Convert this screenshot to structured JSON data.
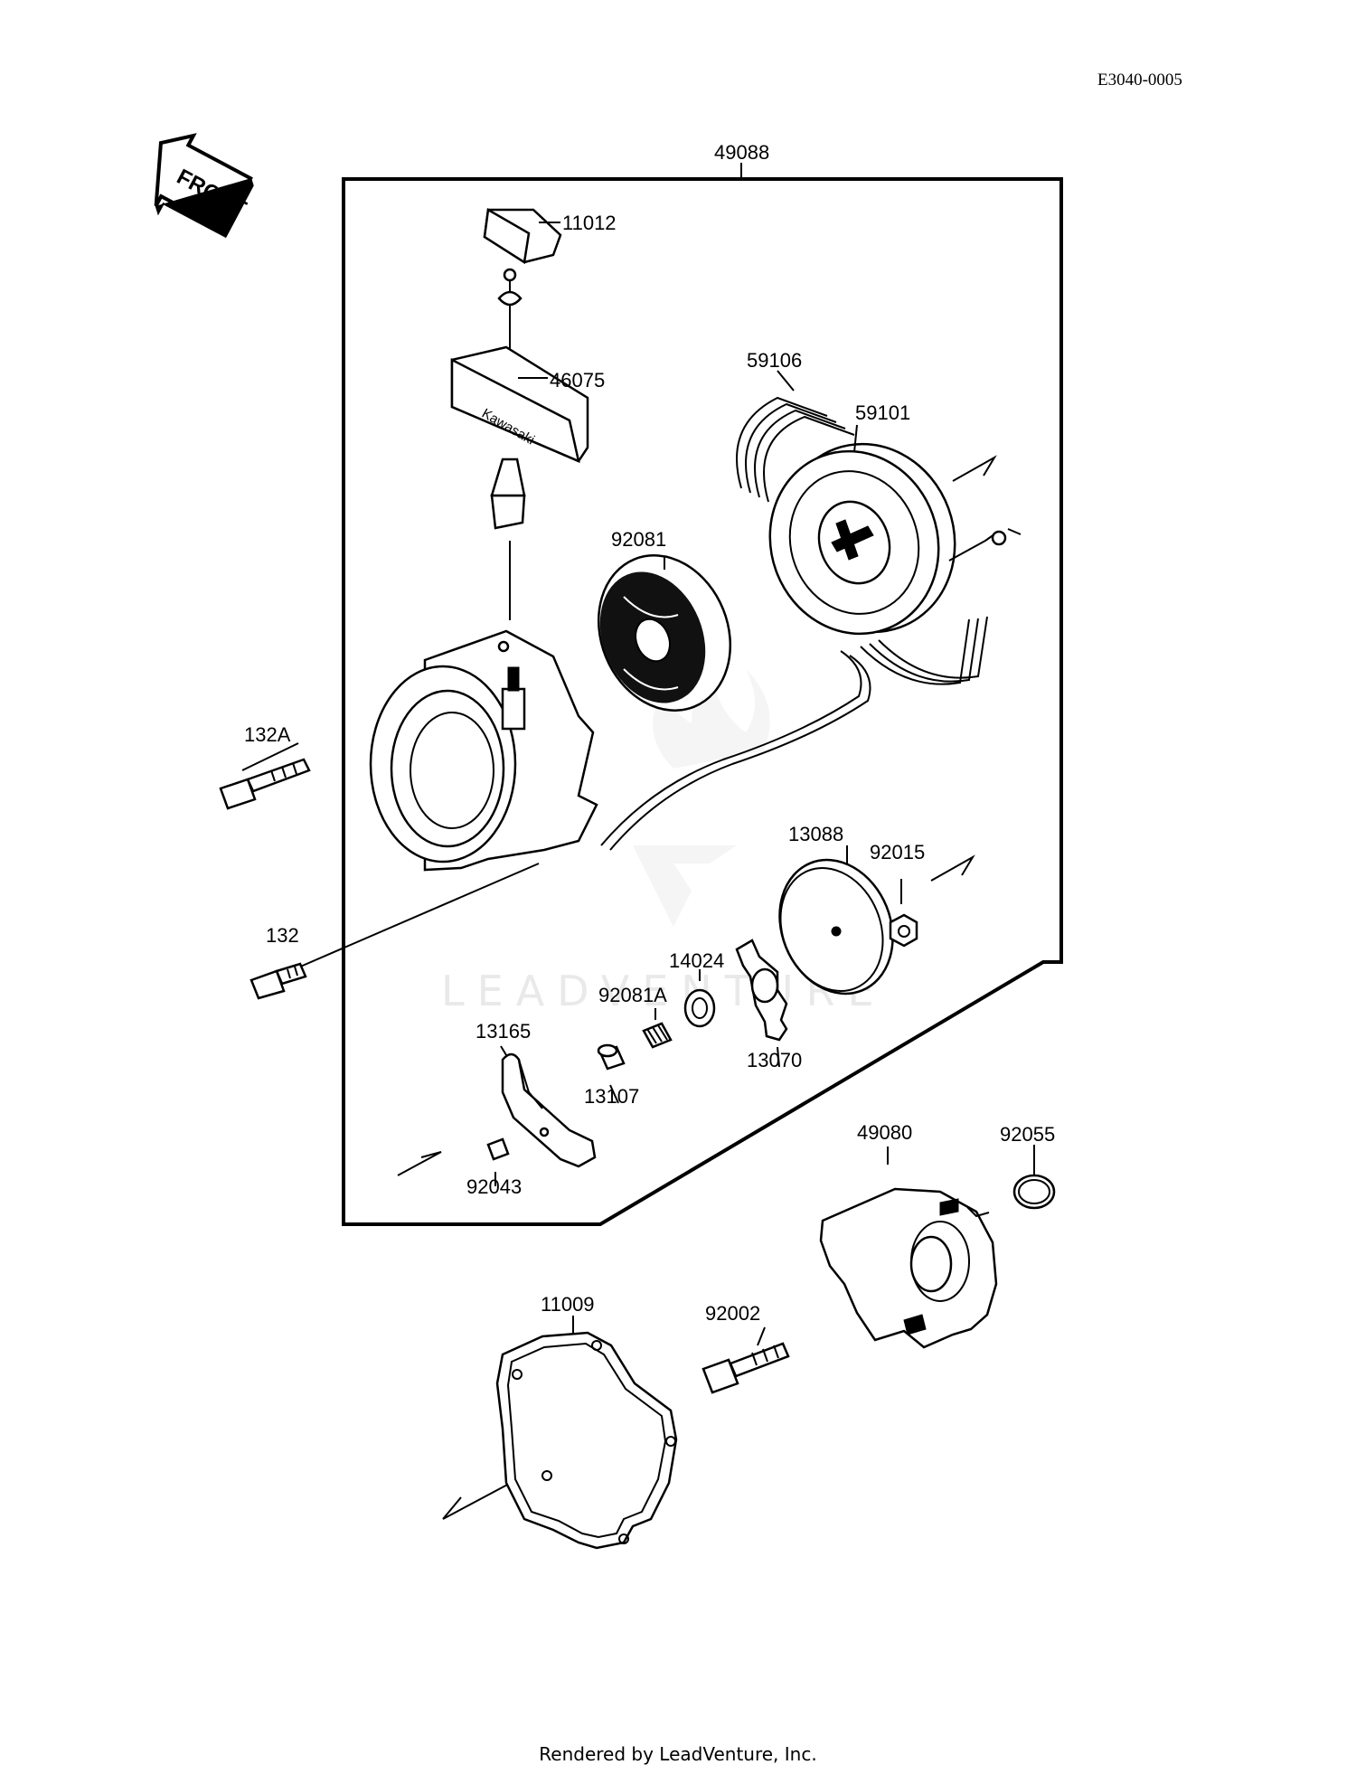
{
  "diagram_code": "E3040-0005",
  "front_label": "FRONT",
  "watermark": "LEADVENTURE",
  "footer": "Rendered by LeadVenture, Inc.",
  "handle_brand": "Kawasaki",
  "callouts": {
    "c49088": "49088",
    "c11012": "11012",
    "c46075": "46075",
    "c59106": "59106",
    "c59101": "59101",
    "c92081": "92081",
    "c132A": "132A",
    "c132": "132",
    "c13088": "13088",
    "c92015": "92015",
    "c14024": "14024",
    "c92081A": "92081A",
    "c13165": "13165",
    "c13107": "13107",
    "c13070": "13070",
    "c92043": "92043",
    "c49080": "49080",
    "c92055": "92055",
    "c11009": "11009",
    "c92002": "92002"
  }
}
